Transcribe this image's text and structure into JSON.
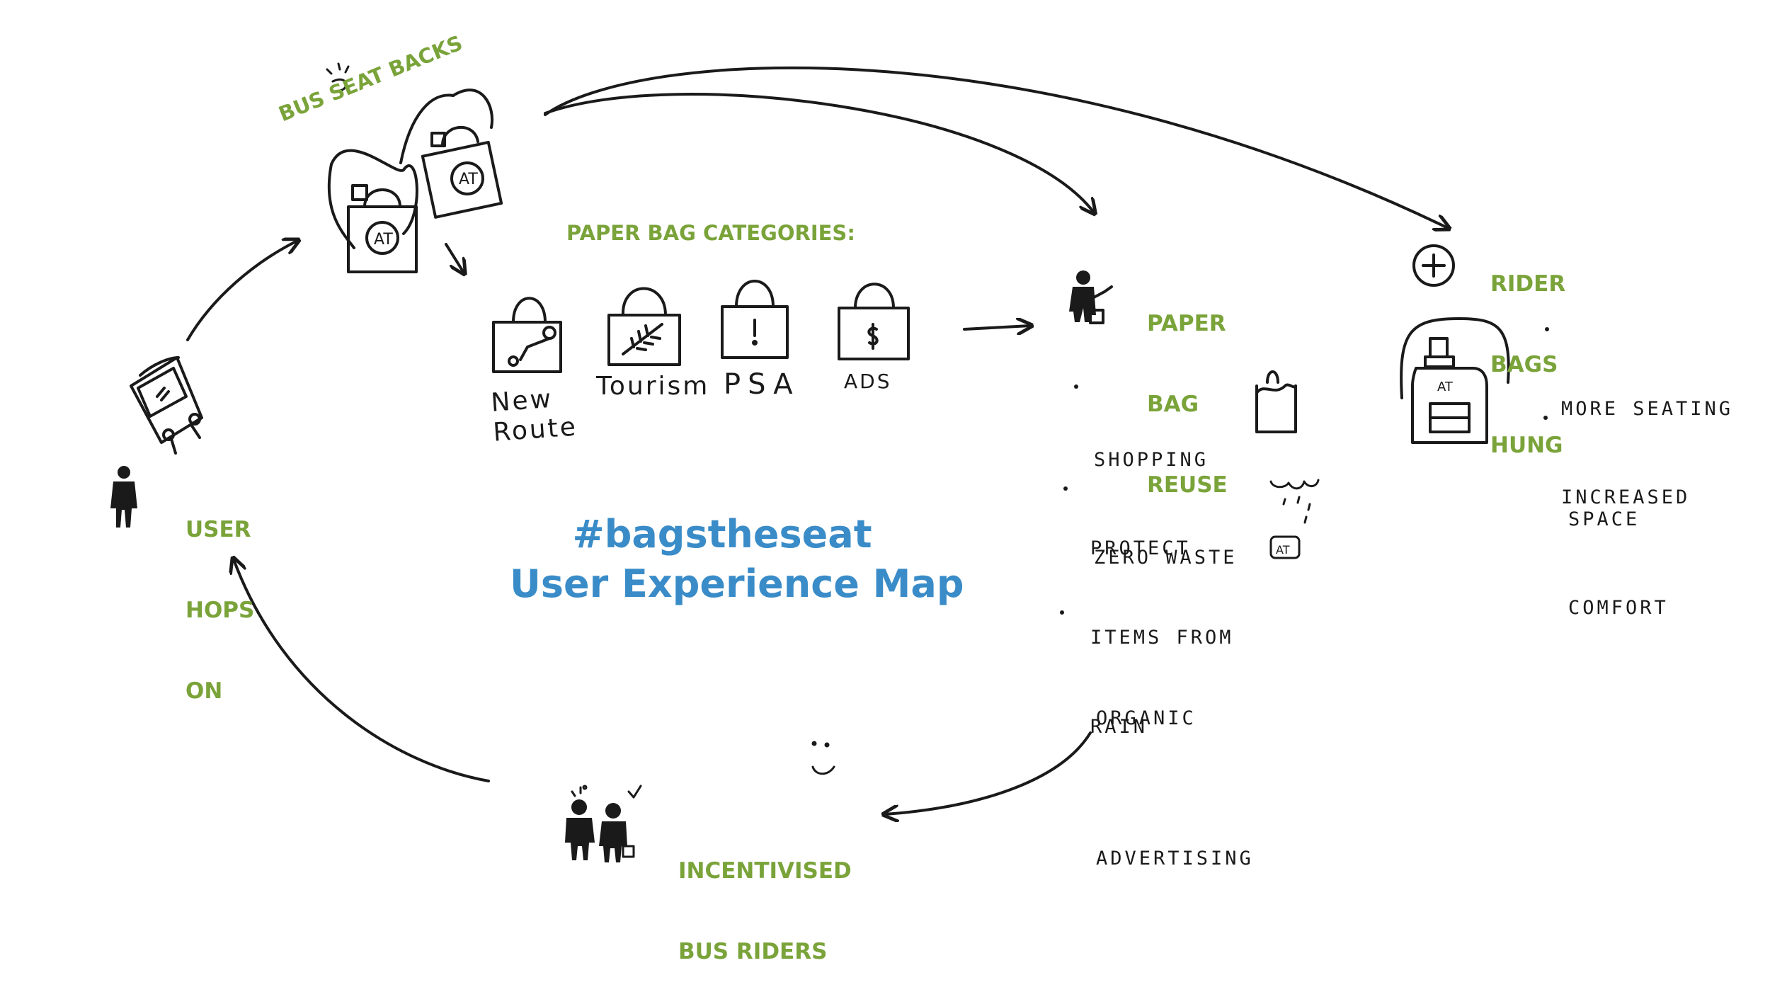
{
  "title": {
    "line1": "#bagstheseat",
    "line2": "User Experience Map"
  },
  "colors": {
    "accent_green": "#7aa33a",
    "title_blue": "#3a8cc8",
    "ink": "#1a1a1a"
  },
  "nodes": {
    "bus_seat_backs": "BUS SEAT BACKS",
    "paper_bag_categories": "PAPER BAG CATEGORIES:",
    "user_hops_on": [
      "USER",
      "HOPS",
      "ON"
    ],
    "paper_bag_reuse": [
      "PAPER",
      "BAG",
      "REUSE"
    ],
    "rider_bags_hung": [
      "RIDER",
      "BAGS",
      "HUNG"
    ],
    "incentivised_bus_riders": [
      "INCENTIVISED",
      "BUS RIDERS"
    ]
  },
  "bag_categories": [
    "New Route",
    "Tourism",
    "PSA",
    "ADS"
  ],
  "reuse_benefits": [
    {
      "line1": "SHOPPING",
      "line2": "ZERO WASTE"
    },
    {
      "line1": "PROTECT",
      "line2": "ITEMS FROM",
      "line3": "RAIN"
    },
    {
      "line1": "ORGANIC",
      "line2": "ADVERTISING"
    }
  ],
  "hung_benefits": [
    {
      "line1": "MORE SEATING",
      "line2": "SPACE"
    },
    {
      "line1": "INCREASED",
      "line2": "COMFORT"
    }
  ],
  "icons": [
    "bus-icon",
    "person-icon",
    "bag-icon",
    "map-route-icon",
    "leaf-icon",
    "exclamation-icon",
    "dollar-icon",
    "plus-circle-icon",
    "backpack-icon",
    "grocery-bag-icon",
    "rain-icon",
    "smile-icon",
    "people-icon",
    "checkmark-icon"
  ]
}
